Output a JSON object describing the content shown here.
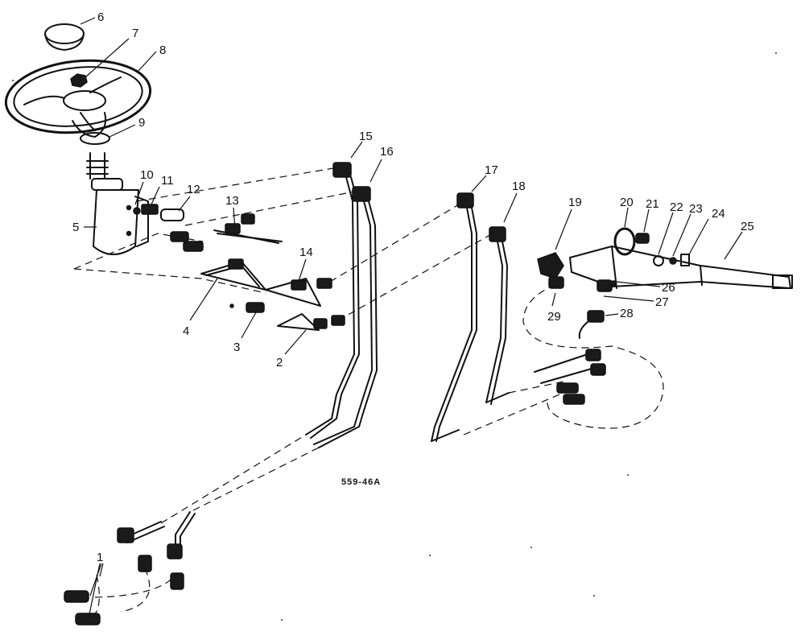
{
  "figure_code": "559-46A",
  "callouts": [
    {
      "id": "1",
      "label": "1"
    },
    {
      "id": "2",
      "label": "2"
    },
    {
      "id": "3",
      "label": "3"
    },
    {
      "id": "4",
      "label": "4"
    },
    {
      "id": "5",
      "label": "5"
    },
    {
      "id": "6",
      "label": "6"
    },
    {
      "id": "7",
      "label": "7"
    },
    {
      "id": "8",
      "label": "8"
    },
    {
      "id": "9",
      "label": "9"
    },
    {
      "id": "10",
      "label": "10"
    },
    {
      "id": "11",
      "label": "11"
    },
    {
      "id": "12",
      "label": "12"
    },
    {
      "id": "13",
      "label": "13"
    },
    {
      "id": "14",
      "label": "14"
    },
    {
      "id": "15",
      "label": "15"
    },
    {
      "id": "16",
      "label": "16"
    },
    {
      "id": "17",
      "label": "17"
    },
    {
      "id": "18",
      "label": "18"
    },
    {
      "id": "19",
      "label": "19"
    },
    {
      "id": "20",
      "label": "20"
    },
    {
      "id": "21",
      "label": "21"
    },
    {
      "id": "22",
      "label": "22"
    },
    {
      "id": "23",
      "label": "23"
    },
    {
      "id": "24",
      "label": "24"
    },
    {
      "id": "25",
      "label": "25"
    },
    {
      "id": "26",
      "label": "26"
    },
    {
      "id": "27",
      "label": "27"
    },
    {
      "id": "28",
      "label": "28"
    },
    {
      "id": "29",
      "label": "29"
    }
  ]
}
